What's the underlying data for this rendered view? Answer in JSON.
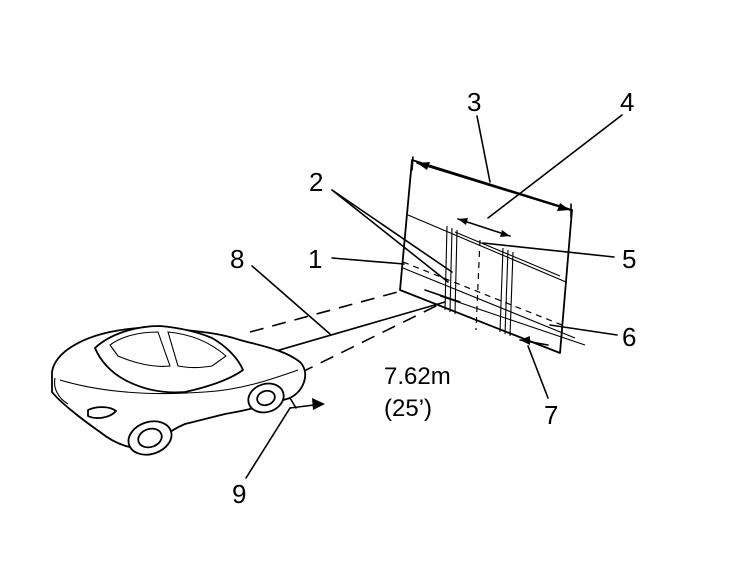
{
  "callouts": {
    "c1": "1",
    "c2": "2",
    "c3": "3",
    "c4": "4",
    "c5": "5",
    "c6": "6",
    "c7": "7",
    "c8": "8",
    "c9": "9"
  },
  "distance": {
    "metric": "7.62m",
    "imperial": "(25’)"
  }
}
